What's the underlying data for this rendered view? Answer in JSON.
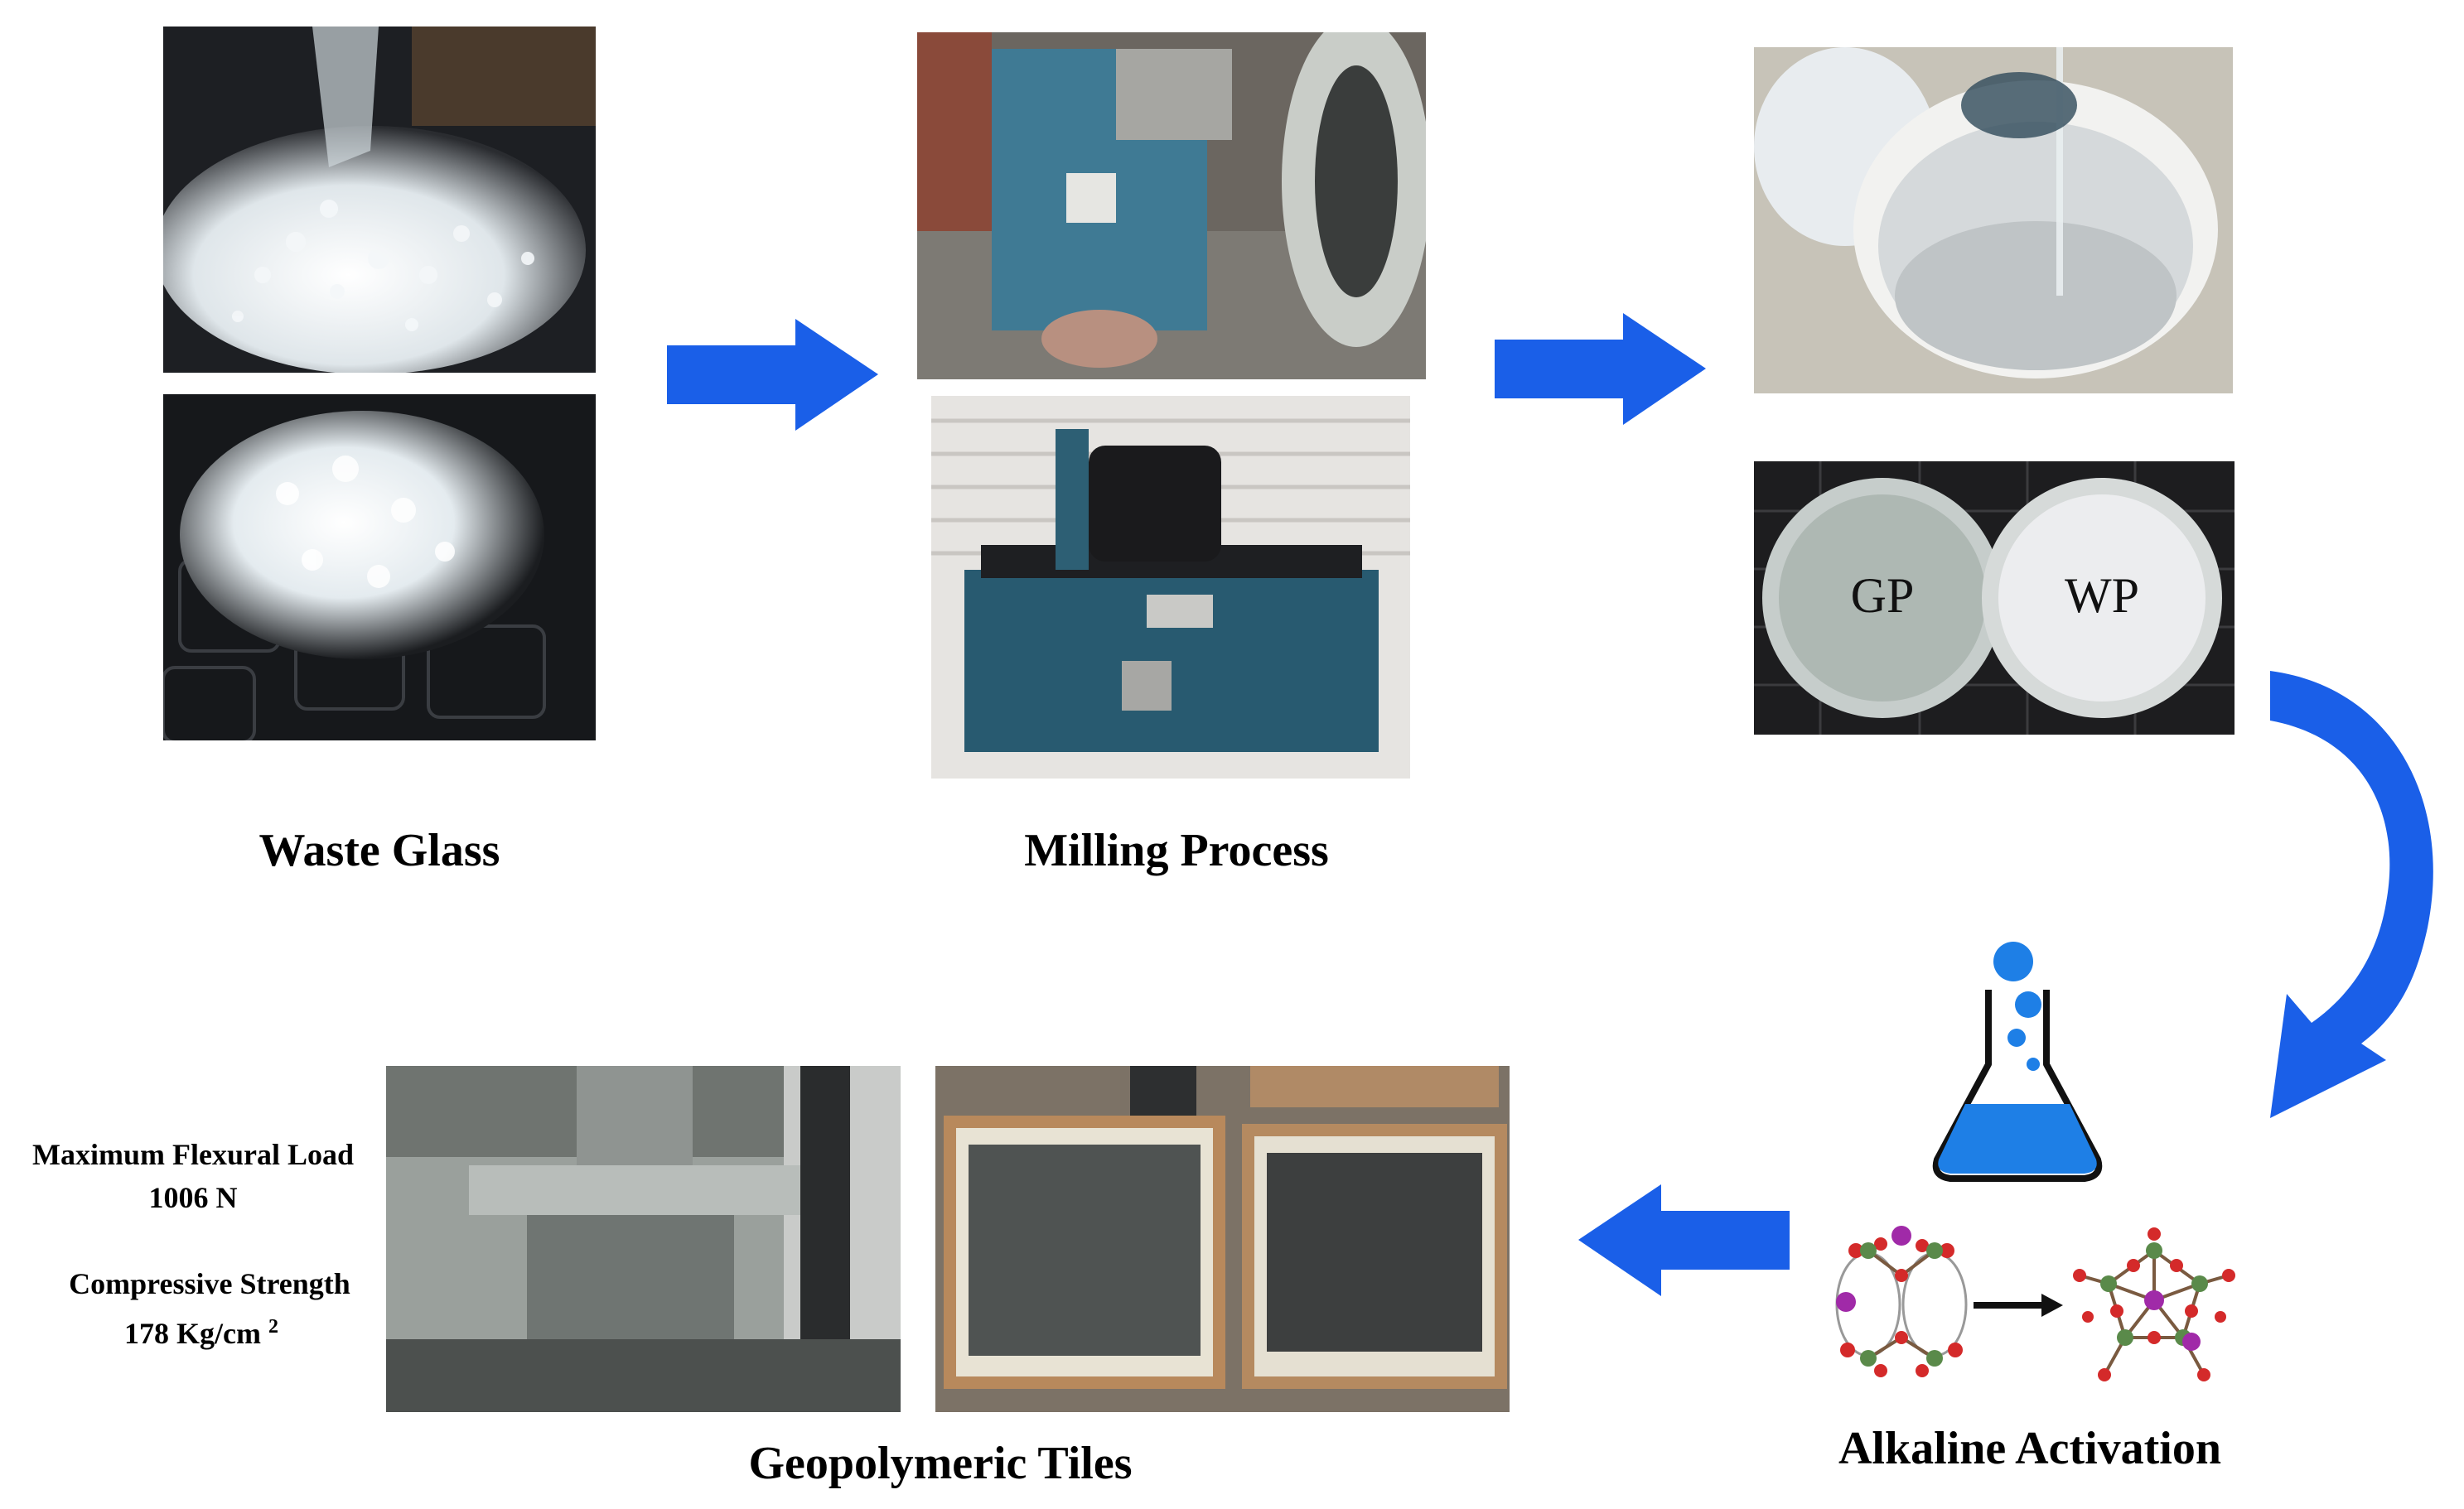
{
  "stages": {
    "waste_glass": "Waste Glass",
    "milling": "Milling Process",
    "alkaline": "Alkaline Activation",
    "tiles": "Geopolymeric Tiles"
  },
  "powders": {
    "gp": "GP",
    "wp": "WP"
  },
  "results": {
    "flexural_title": "Maximum Flexural Load",
    "flexural_value": "1006 N",
    "compressive_title": "Compressive Strength",
    "compressive_value": "178 Kg/cm",
    "compressive_unit_sup": "2"
  },
  "colors": {
    "arrow": "#1a5fe8",
    "flask": "#1e7fe6"
  }
}
